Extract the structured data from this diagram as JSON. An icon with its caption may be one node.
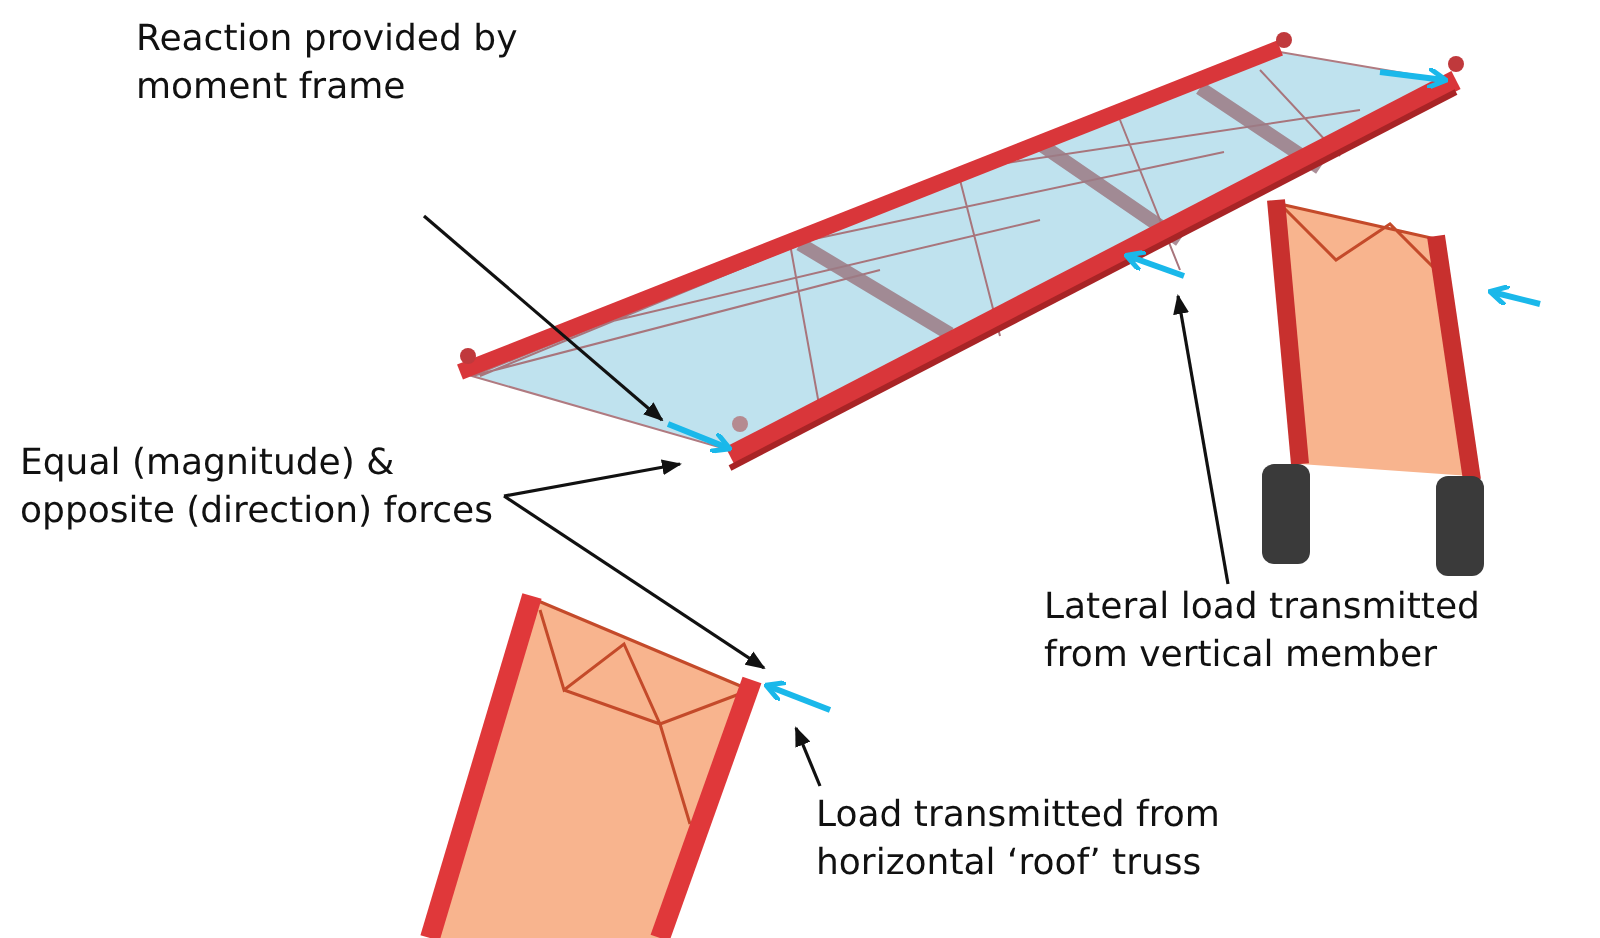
{
  "diagram": {
    "nodes": [
      {
        "text": [
          "Reaction provided by moment frame"
        ]
      },
      {
        "text": [
          "Equal (magnitude) & opposite (direction) forces"
        ]
      },
      {
        "text": [
          "Lateral load transmitted from vertical member"
        ]
      },
      {
        "text": [
          "Load transmitted from horizontal ‘roof’ truss"
        ]
      },
      {
        "text": [],
        "shape": "arrow"
      },
      {
        "text": [],
        "shape": "arrow"
      },
      {
        "text": [],
        "shape": "arrow"
      }
    ],
    "edges": [
      {
        "from": 0,
        "to": 4,
        "arrow": "to"
      },
      {
        "from": 1,
        "to": 4,
        "arrow": "to"
      },
      {
        "from": 1,
        "to": 6,
        "arrow": "to"
      },
      {
        "from": 2,
        "to": 5,
        "arrow": "to"
      },
      {
        "from": 3,
        "to": 6,
        "arrow": "to"
      }
    ]
  }
}
